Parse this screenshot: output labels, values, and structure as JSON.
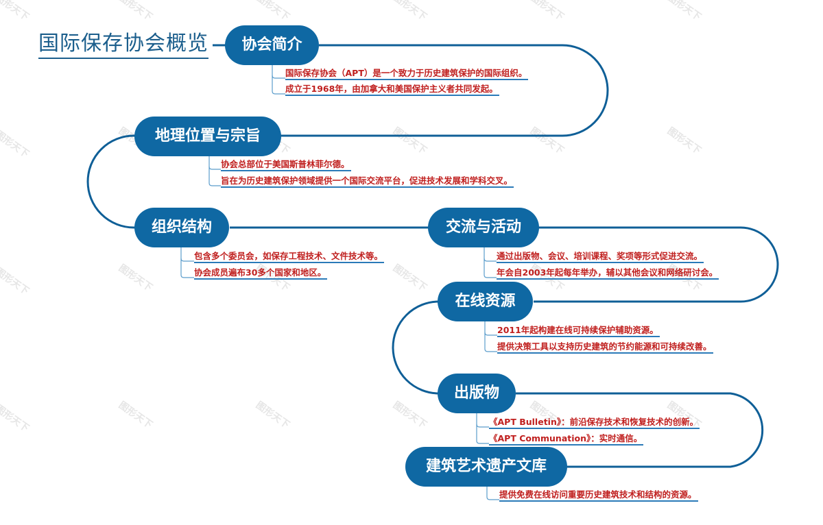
{
  "title": "国际保存协会概览",
  "colors": {
    "node_fill": "#0f68a3",
    "connector": "#0f5f97",
    "leaf_text": "#c0201f",
    "leaf_underline": "#2a7ab8",
    "title": "#1b5e8c"
  },
  "watermark": "图形天下",
  "topics": [
    {
      "label": "协会简介",
      "items": [
        "国际保存协会（APT）是一个致力于历史建筑保护的国际组织。",
        "成立于1968年，由加拿大和美国保护主义者共同发起。"
      ]
    },
    {
      "label": "地理位置与宗旨",
      "items": [
        "协会总部位于美国斯普林菲尔德。",
        "旨在为历史建筑保护领域提供一个国际交流平台，促进技术发展和学科交叉。"
      ]
    },
    {
      "label": "组织结构",
      "items": [
        "包含多个委员会，如保存工程技术、文件技术等。",
        "协会成员遍布30多个国家和地区。"
      ]
    },
    {
      "label": "交流与活动",
      "items": [
        "通过出版物、会议、培训课程、奖项等形式促进交流。",
        "年会自2003年起每年举办，辅以其他会议和网络研讨会。"
      ]
    },
    {
      "label": "在线资源",
      "items": [
        "2011年起构建在线可持续保护辅助资源。",
        "提供决策工具以支持历史建筑的节约能源和可持续改善。"
      ]
    },
    {
      "label": "出版物",
      "items": [
        "《APT Bulletin》：前沿保存技术和恢复技术的创新。",
        "《APT Communation》：实时通信。"
      ]
    },
    {
      "label": "建筑艺术遗产文库",
      "items": [
        "提供免费在线访问重要历史建筑技术和结构的资源。"
      ]
    }
  ]
}
